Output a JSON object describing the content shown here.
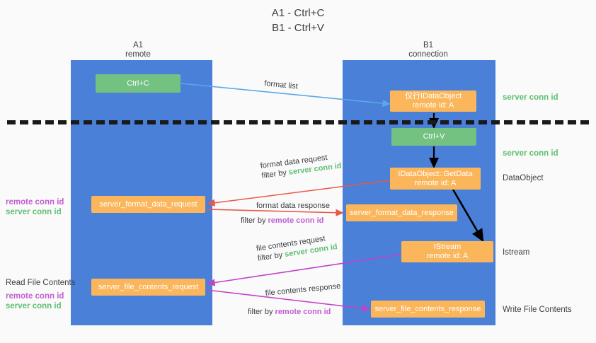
{
  "title": {
    "line1": "A1 - Ctrl+C",
    "line2": "B1 - Ctrl+V"
  },
  "lanes": [
    {
      "id": "a1",
      "name": "A1",
      "sub": "remote"
    },
    {
      "id": "b1",
      "name": "B1",
      "sub": "connection"
    }
  ],
  "nodes": {
    "ctrl_c": "Ctrl+C",
    "ctrl_v": "Ctrl+V",
    "idataobject_l1": "仅行IDataObject",
    "idataobject_l2": "remote id: A",
    "getdata_l1": "IDataObject::GetData",
    "getdata_l2": "remote id: A",
    "istream_l1": "IStream",
    "istream_l2": "remote id: A",
    "server_format_data_request": "server_format_data_request",
    "server_format_data_response": "server_format_data_response",
    "server_file_contents_request": "server_file_contents_request",
    "server_file_contents_response": "server_file_contents_response"
  },
  "annotations": {
    "format_list": "format list",
    "format_data_request": "format data request",
    "format_data_request_filter_prefix": "filter by ",
    "format_data_request_filter_key": "server conn id",
    "format_data_response": "format data response",
    "format_data_response_filter_prefix": "filter by ",
    "format_data_response_filter_key": "remote conn id",
    "file_contents_request": "file contents request",
    "file_contents_request_filter_prefix": "filter by ",
    "file_contents_request_filter_key": "server conn id",
    "file_contents_response": "file contents response",
    "file_contents_response_filter_prefix": "filter by ",
    "file_contents_response_filter_key": "remote conn id"
  },
  "right_labels": {
    "server_conn_id_top": "server conn id",
    "server_conn_id_mid": "server conn id",
    "dataobject": "DataObject",
    "istream": "Istream",
    "write_file_contents": "Write File Contents"
  },
  "left_labels": {
    "remote_conn_id_mid": "remote conn id",
    "server_conn_id_mid": "server conn id",
    "read_file_contents": "Read File Contents",
    "remote_conn_id_bottom": "remote conn id",
    "server_conn_id_bottom": "server conn id"
  },
  "colors": {
    "lane": "#4a80d8",
    "green_node": "#73c281",
    "orange_node": "#fbb65b",
    "arrow_blue": "#5aa9e6",
    "arrow_red": "#e8584a",
    "arrow_magenta": "#c341c9",
    "arrow_black": "#000000",
    "green_text": "#5fbf72",
    "magenta_text": "#c05fd0",
    "divider": "#1a1a1a",
    "background": "#fafafa"
  }
}
